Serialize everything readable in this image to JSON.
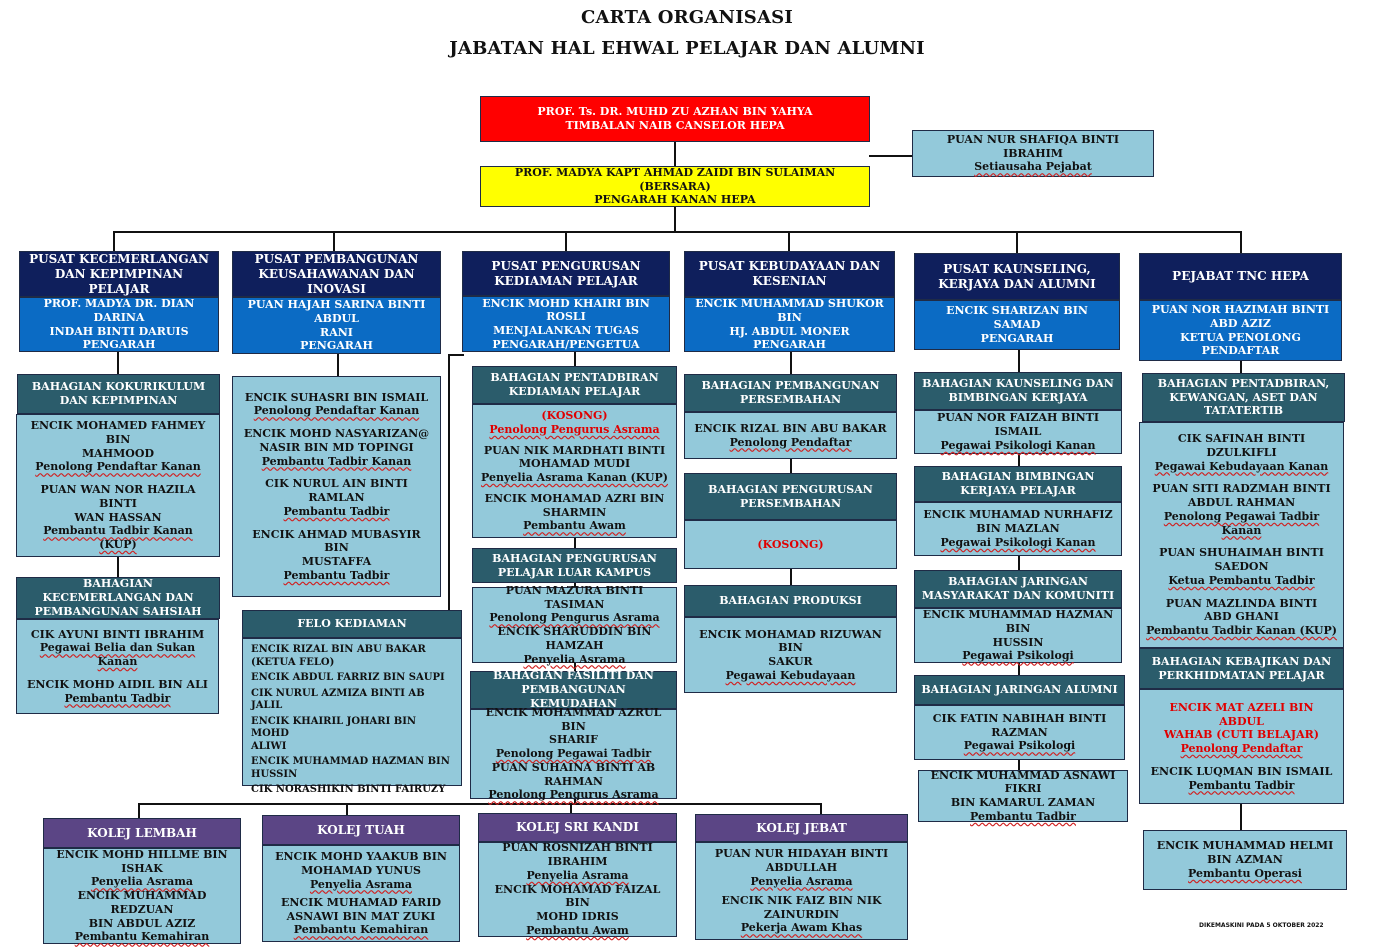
{
  "title": "CARTA ORGANISASI",
  "subtitle": "JABATAN HAL EHWAL PELAJAR DAN ALUMNI",
  "footer": "DIKEMASKINI PADA 5 OKTOBER 2022",
  "top": {
    "tnc": [
      "PROF. Ts. DR. MUHD ZU AZHAN BIN YAHYA",
      "TIMBALAN NAIB CANSELOR HEPA"
    ],
    "setiausaha_name": "PUAN NUR SHAFIQA BINTI IBRAHIM",
    "setiausaha_role": "Setiausaha Pejabat",
    "pengarah": [
      "PROF. MADYA KAPT AHMAD ZAIDI BIN SULAIMAN (BERSARA)",
      "PENGARAH KANAN HEPA"
    ]
  },
  "c1": {
    "head": "PUSAT KECEMERLANGAN DAN KEPIMPINAN PELAJAR",
    "dir": [
      "PROF. MADYA DR. DIAN DARINA",
      "INDAH BINTI DARUIS",
      "PENGARAH"
    ],
    "b1": "BAHAGIAN KOKURIKULUM DAN KEPIMPINAN",
    "b1p": [
      "ENCIK MOHAMED FAHMEY BIN",
      "MAHMOOD",
      "Penolong Pendaftar Kanan",
      "PUAN WAN NOR HAZILA BINTI",
      "WAN HASSAN",
      "Pembantu Tadbir Kanan (KUP)"
    ],
    "b2": "BAHAGIAN KECEMERLANGAN DAN PEMBANGUNAN SAHSIAH",
    "b2p": [
      "CIK AYUNI BINTI IBRAHIM",
      "Pegawai Belia dan Sukan Kanan",
      "ENCIK MOHD AIDIL BIN ALI",
      "Pembantu Tadbir"
    ]
  },
  "c2": {
    "head": "PUSAT PEMBANGUNAN KEUSAHAWANAN DAN INOVASI",
    "dir": [
      "PUAN HAJAH SARINA BINTI ABDUL",
      "RANI",
      "PENGARAH"
    ],
    "staff": [
      "ENCIK SUHASRI BIN ISMAIL",
      "Penolong Pendaftar Kanan",
      "ENCIK MOHD NASYARIZAN@",
      "NASIR BIN MD TOPINGI",
      "Pembantu Tadbir Kanan",
      "CIK NURUL AIN BINTI RAMLAN",
      "Pembantu Tadbir",
      "ENCIK AHMAD MUBASYIR BIN",
      "MUSTAFFA",
      "Pembantu Tadbir"
    ],
    "felo": "FELO KEDIAMAN",
    "felo_list": [
      "ENCIK RIZAL BIN ABU BAKAR",
      "(KETUA FELO)",
      "ENCIK ABDUL FARRIZ BIN SAUPI",
      "CIK NURUL AZMIZA BINTI AB JALIL",
      "ENCIK KHAIRIL JOHARI BIN MOHD",
      "ALIWI",
      "ENCIK MUHAMMAD HAZMAN BIN",
      "HUSSIN",
      "CIK NORASHIKIN BINTI FAIRUZY"
    ]
  },
  "c3": {
    "head": "PUSAT PENGURUSAN KEDIAMAN PELAJAR",
    "dir": [
      "ENCIK MOHD KHAIRI BIN ROSLI",
      "MENJALANKAN TUGAS",
      "PENGARAH/PENGETUA"
    ],
    "b1": "BAHAGIAN PENTADBIRAN KEDIAMAN PELAJAR",
    "b1p": [
      "(KOSONG)",
      "Penolong Pengurus Asrama",
      "PUAN NIK MARDHATI BINTI",
      "MOHAMAD MUDI",
      "Penyelia Asrama Kanan (KUP)",
      "ENCIK MOHAMAD AZRI BIN",
      "SHARMIN",
      "Pembantu Awam"
    ],
    "b2": "BAHAGIAN PENGURUSAN PELAJAR LUAR KAMPUS",
    "b2p": [
      "PUAN MAZURA BINTI TASIMAN",
      "Penolong Pengurus Asrama",
      "ENCIK SHARUDDIN BIN HAMZAH",
      "Penyelia Asrama"
    ],
    "b3": "BAHAGIAN FASILITI DAN PEMBANGUNAN KEMUDAHAN",
    "b3p": [
      "ENCIK MOHAMMAD AZRUL BIN",
      "SHARIF",
      "Penolong Pegawai Tadbir",
      "PUAN SUHAINA BINTI AB RAHMAN",
      "Penolong Pengurus Asrama"
    ]
  },
  "c4": {
    "head": "PUSAT KEBUDAYAAN DAN KESENIAN",
    "dir": [
      "ENCIK MUHAMMAD SHUKOR BIN",
      "HJ. ABDUL MONER",
      "PENGARAH"
    ],
    "b1": "BAHAGIAN PEMBANGUNAN PERSEMBAHAN",
    "b1p": [
      "ENCIK RIZAL BIN ABU BAKAR",
      "Penolong Pendaftar"
    ],
    "b2": "BAHAGIAN PENGURUSAN PERSEMBAHAN",
    "b2p": "(KOSONG)",
    "b3": "BAHAGIAN PRODUKSI",
    "b3p": [
      "ENCIK MOHAMAD RIZUWAN BIN",
      "SAKUR",
      "Pegawai Kebudayaan"
    ]
  },
  "c5": {
    "head": "PUSAT KAUNSELING, KERJAYA DAN ALUMNI",
    "dir": [
      "ENCIK SHARIZAN BIN SAMAD",
      "PENGARAH"
    ],
    "b1": "BAHAGIAN KAUNSELING DAN BIMBINGAN KERJAYA",
    "b1p": [
      "PUAN NOR FAIZAH BINTI ISMAIL",
      "Pegawai Psikologi Kanan"
    ],
    "b2": "BAHAGIAN BIMBINGAN KERJAYA PELAJAR",
    "b2p": [
      "ENCIK MUHAMAD NURHAFIZ",
      "BIN MAZLAN",
      "Pegawai Psikologi Kanan"
    ],
    "b3": "BAHAGIAN JARINGAN MASYARAKAT DAN KOMUNITI",
    "b3p": [
      "ENCIK MUHAMMAD HAZMAN BIN",
      "HUSSIN",
      "Pegawai Psikologi"
    ],
    "b4": "BAHAGIAN JARINGAN ALUMNI",
    "b4p": [
      "CIK FATIN NABIHAH BINTI",
      "RAZMAN",
      "Pegawai Psikologi"
    ],
    "b5p": [
      "ENCIK MUHAMMAD ASNAWI FIKRI",
      "BIN KAMARUL ZAMAN",
      "Pembantu Tadbir"
    ]
  },
  "c6": {
    "head": "PEJABAT TNC HEPA",
    "dir": [
      "PUAN NOR HAZIMAH BINTI",
      "ABD AZIZ",
      "KETUA PENOLONG PENDAFTAR"
    ],
    "b1": "BAHAGIAN PENTADBIRAN, KEWANGAN, ASET DAN TATATERTIB",
    "b1p": [
      "CIK SAFINAH BINTI DZULKIFLI",
      "Pegawai Kebudayaan Kanan",
      "PUAN SITI RADZMAH BINTI",
      "ABDUL RAHMAN",
      "Penolong Pegawai Tadbir Kanan",
      "PUAN SHUHAIMAH BINTI SAEDON",
      "Ketua Pembantu Tadbir",
      "PUAN MAZLINDA BINTI",
      "ABD GHANI",
      "Pembantu Tadbir Kanan (KUP)"
    ],
    "b2": "BAHAGIAN KEBAJIKAN DAN PERKHIDMATAN PELAJAR",
    "b2p": [
      "ENCIK MAT AZELI BIN ABDUL",
      "WAHAB (CUTI BELAJAR)",
      "Penolong Pendaftar",
      "ENCIK LUQMAN BIN ISMAIL",
      "Pembantu Tadbir"
    ],
    "b3p": [
      "ENCIK MUHAMMAD HELMI",
      "BIN AZMAN",
      "Pembantu Operasi"
    ]
  },
  "kolej": [
    {
      "name": "KOLEJ LEMBAH",
      "p": [
        "ENCIK MOHD HILLME BIN ISHAK",
        "Penyelia Asrama",
        "ENCIK MUHAMMAD REDZUAN",
        "BIN ABDUL AZIZ",
        "Pembantu Kemahiran"
      ]
    },
    {
      "name": "KOLEJ TUAH",
      "p": [
        "ENCIK MOHD YAAKUB BIN",
        "MOHAMAD YUNUS",
        "Penyelia Asrama",
        "ENCIK MUHAMAD FARID",
        "ASNAWI BIN MAT ZUKI",
        "Pembantu Kemahiran"
      ]
    },
    {
      "name": "KOLEJ SRI KANDI",
      "p": [
        "PUAN ROSNIZAH BINTI IBRAHIM",
        "Penyelia Asrama",
        "ENCIK MOHAMAD FAIZAL BIN",
        "MOHD IDRIS",
        "Pembantu Awam"
      ]
    },
    {
      "name": "KOLEJ JEBAT",
      "p": [
        "PUAN NUR HIDAYAH BINTI",
        "ABDULLAH",
        "Penyelia Asrama",
        "ENCIK NIK FAIZ BIN NIK ZAINURDIN",
        "Pekerja Awam Khas"
      ]
    }
  ]
}
